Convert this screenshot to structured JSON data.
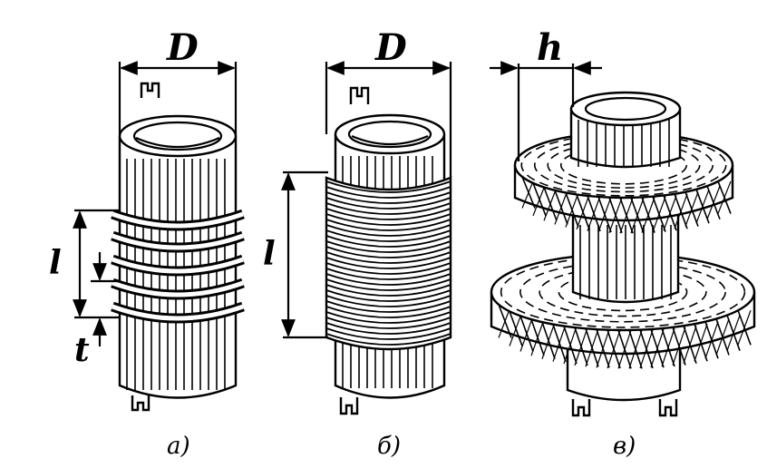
{
  "labels": {
    "dim_d_a": "D",
    "dim_d_b": "D",
    "dim_h": "h",
    "dim_l_a": "l",
    "dim_t": "t",
    "dim_l_b": "l",
    "caption_a": "а)",
    "caption_b": "б)",
    "caption_c": "в)"
  }
}
